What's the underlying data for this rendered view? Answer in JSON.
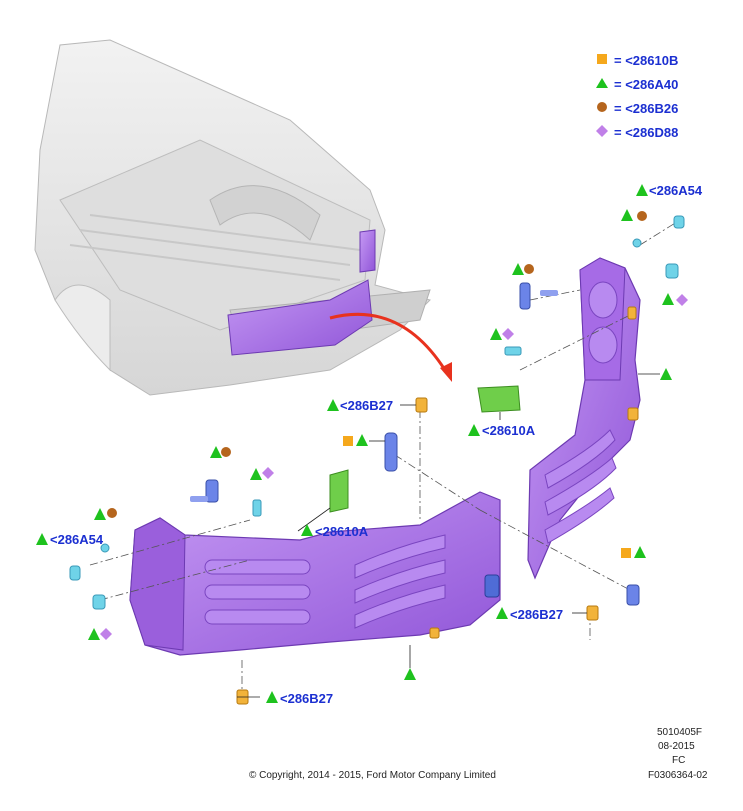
{
  "legend": [
    {
      "symbol": "square",
      "color": "#f5a81c",
      "label": "= <28610B"
    },
    {
      "symbol": "triangle",
      "color": "#1ec21e",
      "label": "= <286A40"
    },
    {
      "symbol": "circle",
      "color": "#b5651d",
      "label": "= <286B26"
    },
    {
      "symbol": "diamond",
      "color": "#c080e8",
      "label": "= <286D88"
    }
  ],
  "callouts": {
    "c1": "<286A54",
    "c2": "<286B27",
    "c3": "<28610A",
    "c4": "<286A54",
    "c5": "<28610A",
    "c6": "<286B27",
    "c7": "<286B27"
  },
  "meta": {
    "code1": "5010405F",
    "code2": "08-2015",
    "code3": "FC",
    "code4": "F0306364-02",
    "copyright": "© Copyright, 2014 - 2015, Ford Motor Company Limited"
  },
  "colors": {
    "part": "#a970e8",
    "part_dark": "#7d44c4",
    "truck": "#e6e6e6",
    "bolt": "#6fd3e8",
    "bracket": "#6fce4a",
    "knob": "#f2b33a",
    "accent": "#1b2fd1",
    "arrow": "#e8321e"
  }
}
